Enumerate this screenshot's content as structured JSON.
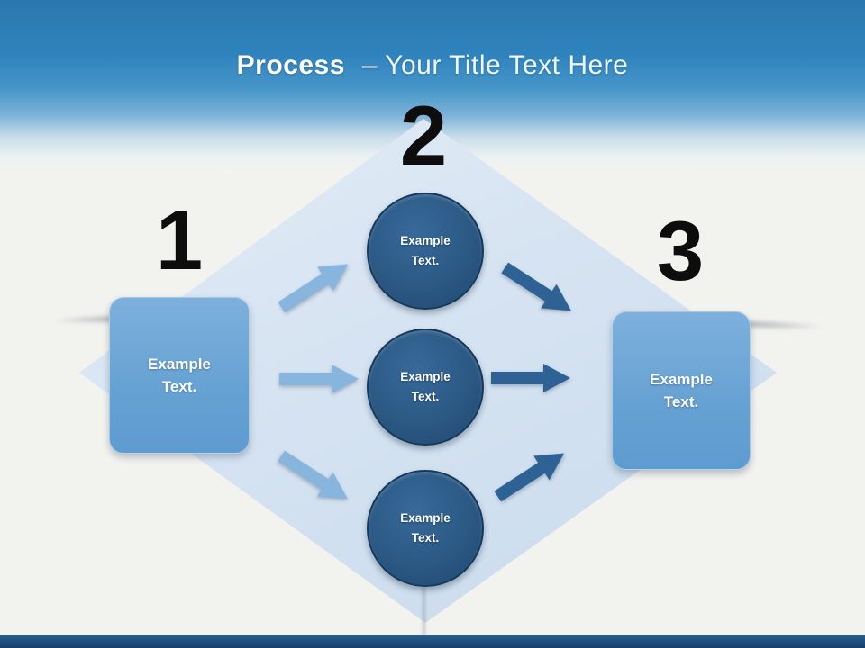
{
  "title": {
    "lead": "Process",
    "rest": "– Your Title Text Here"
  },
  "steps": [
    {
      "number": "1",
      "box_label": "Example Text."
    },
    {
      "number": "2"
    },
    {
      "number": "3",
      "box_label": "Example Text."
    }
  ],
  "circles": [
    {
      "label": "Example Text."
    },
    {
      "label": "Example Text."
    },
    {
      "label": "Example Text."
    }
  ],
  "colors": {
    "header_blue": "#2f83bd",
    "diamond_blue": "#d5e3f1",
    "box_blue": "#6ea7d8",
    "circle_navy": "#2a5a85",
    "arrow_light": "#87b5de",
    "arrow_dark": "#2e6295",
    "footer_navy": "#1d4d7a",
    "number_black": "#0d0d0d"
  }
}
